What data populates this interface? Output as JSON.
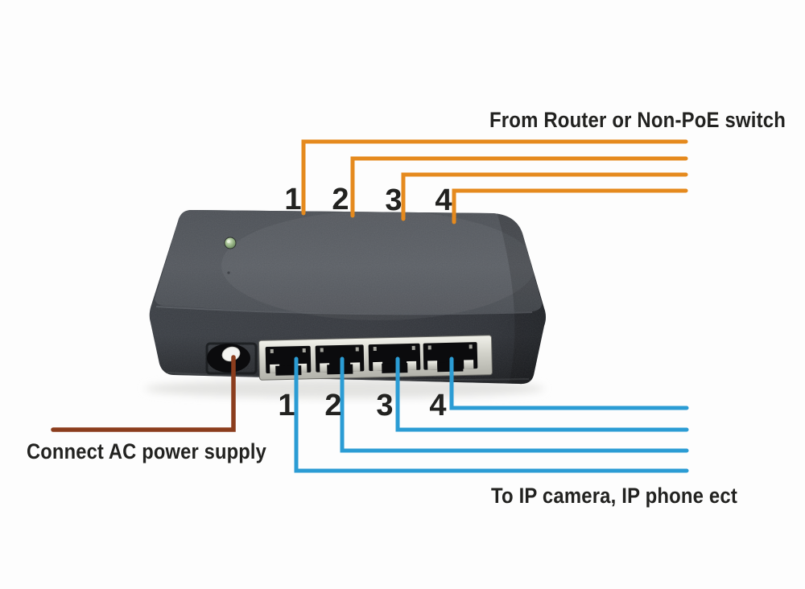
{
  "figure": {
    "labels": {
      "uplink": "From Router or Non-PoE switch",
      "output": "To IP camera, IP phone ect",
      "power": "Connect AC power supply"
    },
    "uplink_port_labels": [
      "1",
      "2",
      "3",
      "4"
    ],
    "output_port_labels": [
      "1",
      "2",
      "3",
      "4"
    ],
    "colors": {
      "uplink_line": "#E58A1E",
      "output_line": "#2B9CD4",
      "power_line": "#8B3D1D",
      "label_text": "#222220",
      "device_top": "#53575D",
      "device_front": "#34373D",
      "port_bezel": "#D6D6CE",
      "led_green": "#8FB07C",
      "background": "#FDFDFD"
    }
  }
}
